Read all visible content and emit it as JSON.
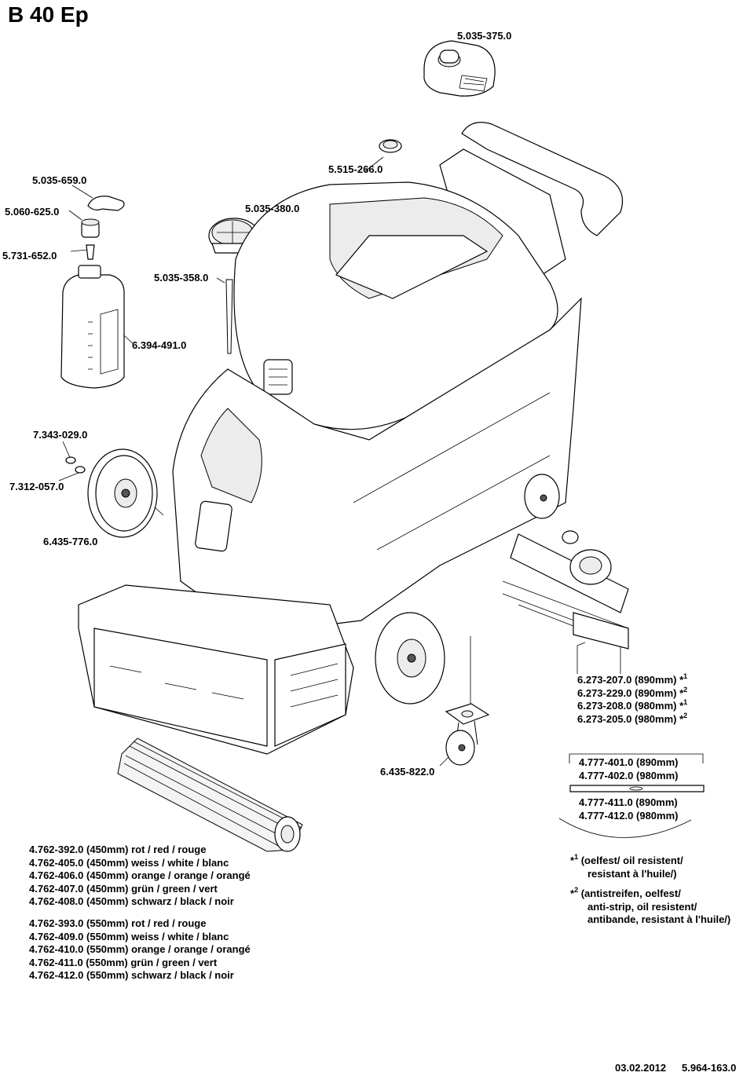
{
  "title": "B 40 Ep",
  "parts": {
    "p5035375": "5.035-375.0",
    "p5515266": "5.515-266.0",
    "p5035659": "5.035-659.0",
    "p5060625": "5.060-625.0",
    "p5035380": "5.035-380.0",
    "p5731652": "5.731-652.0",
    "p5035358": "5.035-358.0",
    "p6394491": "6.394-491.0",
    "p7343029": "7.343-029.0",
    "p7312057": "7.312-057.0",
    "p6435776": "6.435-776.0",
    "p6435822": "6.435-822.0"
  },
  "squeegee": {
    "items": [
      {
        "code": "6.273-207.0 (890mm)",
        "mark": "*",
        "sup": "1"
      },
      {
        "code": "6.273-229.0 (890mm)",
        "mark": "*",
        "sup": "2"
      },
      {
        "code": "6.273-208.0 (980mm)",
        "mark": "*",
        "sup": "1"
      },
      {
        "code": "6.273-205.0 (980mm)",
        "mark": "*",
        "sup": "2"
      }
    ],
    "frame": [
      "4.777-401.0 (890mm)",
      "4.777-402.0 (980mm)"
    ],
    "strip": [
      "4.777-411.0 (890mm)",
      "4.777-412.0 (980mm)"
    ]
  },
  "brushes_450": [
    "4.762-392.0 (450mm) rot / red / rouge",
    "4.762-405.0 (450mm) weiss / white / blanc",
    "4.762-406.0 (450mm) orange / orange / orangé",
    "4.762-407.0 (450mm) grün / green / vert",
    "4.762-408.0 (450mm) schwarz / black / noir"
  ],
  "brushes_550": [
    "4.762-393.0 (550mm) rot / red / rouge",
    "4.762-409.0 (550mm) weiss / white / blanc",
    "4.762-410.0 (550mm) orange / orange / orangé",
    "4.762-411.0 (550mm) grün / green / vert",
    "4.762-412.0 (550mm) schwarz / black / noir"
  ],
  "footnotes": {
    "note1": {
      "mark": "*",
      "sup": "1",
      "line1": "(oelfest/ oil resistent/",
      "line2": "resistant à l'huile/)"
    },
    "note2": {
      "mark": "*",
      "sup": "2",
      "line1": "(antistreifen, oelfest/",
      "line2": "anti-strip, oil resistent/",
      "line3": "antibande, resistant à l'huile/)"
    }
  },
  "footer": {
    "date": "03.02.2012",
    "doc": "5.964-163.0"
  }
}
